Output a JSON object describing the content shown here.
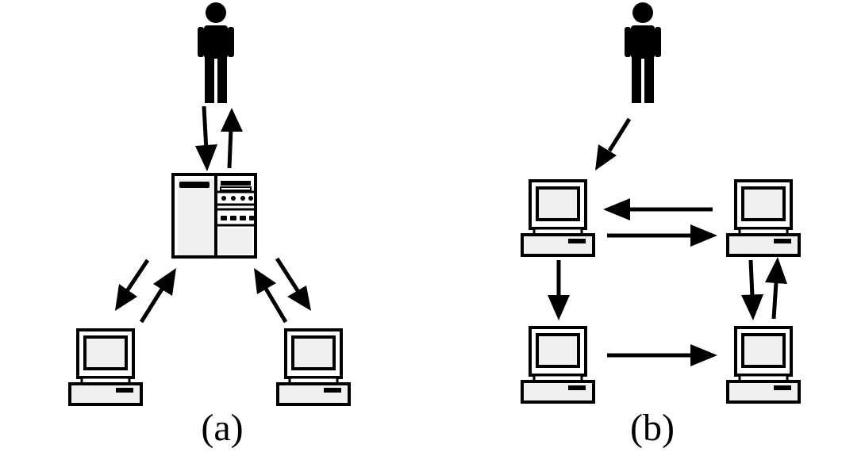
{
  "captions": {
    "a": "(a)",
    "b": "(b)"
  },
  "colors": {
    "stroke": "#000000",
    "fill_light": "#f0f0f0",
    "background": "#ffffff"
  },
  "diagram_a": {
    "nodes": [
      "user",
      "server",
      "computer-left",
      "computer-right"
    ],
    "links": [
      {
        "from": "user",
        "to": "server"
      },
      {
        "from": "server",
        "to": "user"
      },
      {
        "from": "server",
        "to": "computer-left"
      },
      {
        "from": "computer-left",
        "to": "server"
      },
      {
        "from": "server",
        "to": "computer-right"
      },
      {
        "from": "computer-right",
        "to": "server"
      }
    ]
  },
  "diagram_b": {
    "nodes": [
      "user",
      "computer-top-left",
      "computer-top-right",
      "computer-bottom-left",
      "computer-bottom-right"
    ],
    "links": [
      {
        "from": "user",
        "to": "computer-top-left"
      },
      {
        "from": "computer-top-right",
        "to": "computer-top-left"
      },
      {
        "from": "computer-top-left",
        "to": "computer-top-right"
      },
      {
        "from": "computer-top-left",
        "to": "computer-bottom-left"
      },
      {
        "from": "computer-bottom-left",
        "to": "computer-bottom-right"
      },
      {
        "from": "computer-top-right",
        "to": "computer-bottom-right"
      },
      {
        "from": "computer-bottom-right",
        "to": "computer-top-right"
      }
    ]
  }
}
